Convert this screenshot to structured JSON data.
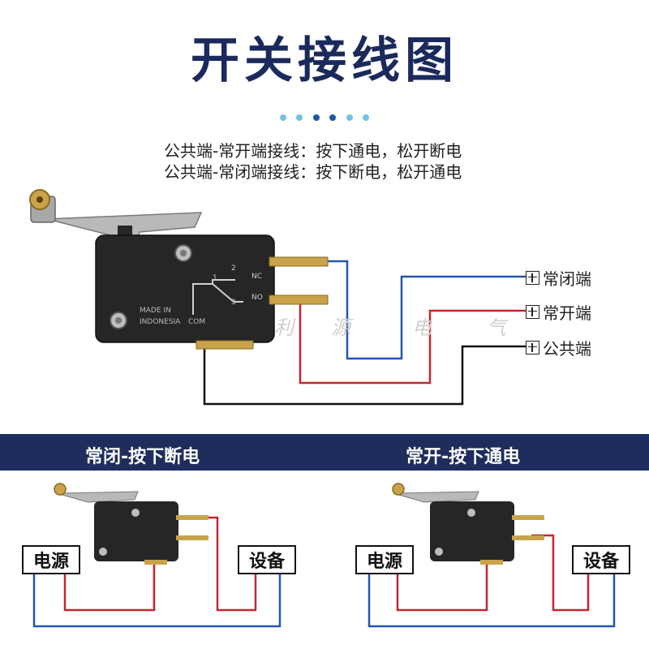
{
  "title": "开关接线图",
  "subtitle_lines": [
    "公共端-常开端接线：按下通电，松开断电",
    "公共端-常闭端接线：按下断电，松开通电"
  ],
  "switch_markings": {
    "made_in": "MADE IN",
    "country": "INDONESIA",
    "com": "COM",
    "nc": "NC",
    "no": "NO",
    "pin1": "1",
    "pin2": "2",
    "pin3": "3"
  },
  "watermark": [
    "利",
    "源",
    "电",
    "气"
  ],
  "terminals": [
    {
      "label": "常闭端",
      "wire_color": "#2456b0"
    },
    {
      "label": "常开端",
      "wire_color": "#c4262e"
    },
    {
      "label": "公共端",
      "wire_color": "#111111"
    }
  ],
  "panels": [
    {
      "heading": "常闭-按下断电",
      "power_label": "电源",
      "device_label": "设备"
    },
    {
      "heading": "常开-按下通电",
      "power_label": "电源",
      "device_label": "设备"
    }
  ],
  "colors": {
    "title": "#1b2a5c",
    "banner": "#1e2d5c",
    "wire_blue": "#2456b0",
    "wire_red": "#c4262e",
    "wire_black": "#111111",
    "switch_body": "#262626",
    "brass": "#c9a34a"
  }
}
